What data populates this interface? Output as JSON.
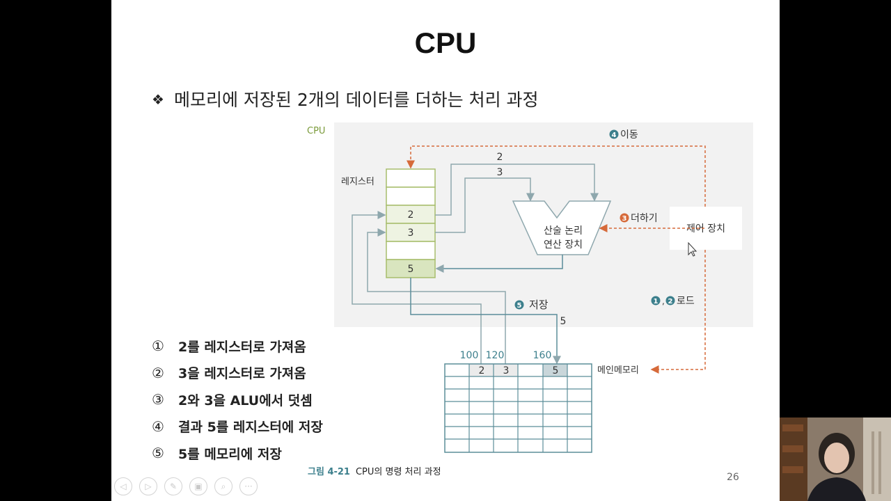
{
  "slide": {
    "title": "CPU",
    "subtitle_bullet": "❖",
    "subtitle": "메모리에 저장된 2개의 데이터를 더하는 처리 과정",
    "page_number": "26"
  },
  "diagram": {
    "cpu_label": "CPU",
    "register_label": "레지스터",
    "register_values": [
      "",
      "",
      "2",
      "3",
      "",
      "5"
    ],
    "alu_label_line1": "산술 논리",
    "alu_label_line2": "연산 장치",
    "control_unit_label": "제어 장치",
    "step4_num": "4",
    "step4_label": "이동",
    "step3_num": "3",
    "step3_label": "더하기",
    "step5_num": "5",
    "step5_label": "저장",
    "step12_num1": "1",
    "step12_num2": "2",
    "step12_label": "로드",
    "wire_label_2": "2",
    "wire_label_3": "3",
    "wire_label_5": "5",
    "addr_100": "100",
    "addr_120": "120",
    "addr_160": "160",
    "memory_label": "메인메모리",
    "memory_values": [
      "2",
      "3",
      "5"
    ]
  },
  "steps": [
    {
      "num": "①",
      "text": "2를 레지스터로 가져옴"
    },
    {
      "num": "②",
      "text": "3을 레지스터로 가져옴"
    },
    {
      "num": "③",
      "text": "2와 3을 ALU에서 덧셈"
    },
    {
      "num": "④",
      "text": "결과 5를 레지스터에 저장"
    },
    {
      "num": "⑤",
      "text": "5를 메모리에 저장"
    }
  ],
  "caption": {
    "figure": "그림 4-21",
    "text": "CPU의 명령 처리 과정"
  },
  "nav_icons": [
    "back-icon",
    "forward-icon",
    "pen-icon",
    "slides-icon",
    "zoom-icon",
    "more-icon"
  ],
  "nav_symbols": [
    "◁",
    "▷",
    "✎",
    "▣",
    "⌕",
    "···"
  ],
  "colors": {
    "register_fill_highlight": "#eef3e2",
    "register_fill_result": "#d9e5bf",
    "register_border": "#a7bd6c",
    "load_arrow": "#d66a3a",
    "data_line": "#8ea7ad",
    "cpu_panel_bg": "#f2f2f2",
    "memory_border": "#5b8d99",
    "accent_teal": "#3c7f8c"
  }
}
